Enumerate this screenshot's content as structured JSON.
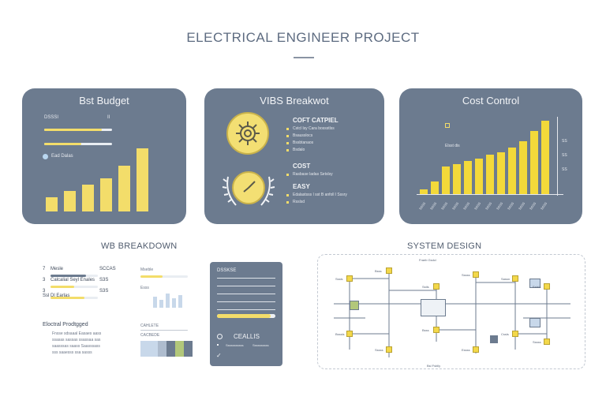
{
  "page": {
    "title": "ELECTRICAL ENGINEER PROJECT"
  },
  "colors": {
    "card": "#6c7b8f",
    "accent": "#f3dd6a",
    "accent_strong": "#f3d93a",
    "light_blue": "#b8d6ef"
  },
  "card1": {
    "title": "Bst Budget",
    "label": "DSSSI",
    "value": "II",
    "legend": "Ead Dalas",
    "bars": [
      0.85,
      0.55
    ],
    "columns": [
      18,
      26,
      34,
      42,
      58,
      80
    ]
  },
  "card2": {
    "title": "VIBS Breakwot",
    "icons": [
      "gear-icon",
      "wreath-clock-icon"
    ],
    "sections": [
      {
        "heading": "COFT CATPIEL",
        "items": [
          "Cstcl lsy Cara bossstlss",
          "Bsausslocs",
          "Bssbtanaos",
          "Bsdalo"
        ]
      },
      {
        "heading": "COST",
        "items": [
          "Rasbase ladas Setslsy"
        ]
      },
      {
        "heading": "EASY",
        "items": [
          "Edalastsss l sst B anfoll l Sssry",
          "Rsslsd"
        ]
      }
    ]
  },
  "card3": {
    "title": "Cost Control",
    "legend": "Elsst dis",
    "ylabels": [
      "SS",
      "SS",
      "SS"
    ],
    "values": [
      4,
      10,
      22,
      24,
      26,
      28,
      31,
      33,
      37,
      42,
      50,
      58
    ],
    "xlabels": [
      "SSSS",
      "SSSS",
      "SSSS",
      "SSSS",
      "SSSS",
      "SSSS",
      "SSSS",
      "SSSS",
      "SSSS",
      "SSSS",
      "SSSS",
      "SSSS"
    ]
  },
  "wbs": {
    "title": "WB BREAKDOWN",
    "rows": [
      {
        "num": "7",
        "label": "Mesle",
        "value": "SCCAS",
        "fill": 0.75
      },
      {
        "num": "3",
        "label": "Calcalial Seyl Enales",
        "value": "S3S",
        "fill": 0.5
      },
      {
        "num": "3",
        "label": "",
        "value": "S3S",
        "fill": 0.72
      }
    ],
    "row3_label": "Ssl Dl Earlas",
    "mini_labels": [
      "Mseble",
      "Esss"
    ],
    "mini_cols": [
      14,
      10,
      18,
      12,
      16
    ],
    "footer_title": "Eloctral Prodtgged",
    "footer_text": [
      "Fnsse sdsaaal Easaes aass",
      "ssasas sassas ssassaa sas",
      "saasssas saass Saasssass",
      "sss saaesss ssa sasss"
    ],
    "swatch_titles": [
      "CAHLETE",
      "CACBEDE"
    ],
    "swatches": [
      "#c8d8ea",
      "#c8d8ea",
      "#aebcce",
      "#6c7b8f",
      "#b2c77a",
      "#6c7b8f"
    ]
  },
  "phone": {
    "label": "DSSKSE",
    "caption": "CEALLIS",
    "meta": [
      "Sssssssssss",
      "Ssssssssss"
    ],
    "progress": 0.92
  },
  "system": {
    "title": "SYSTEM DESIGN",
    "top_label": "Fraeb Gsdcl",
    "bottom_label": "Bsl Fsblly",
    "node_labels": [
      "Sssls",
      "Bsss",
      "Sstls",
      "Sssss",
      "Sassn",
      "Eslsls",
      "Bsssls",
      "Sssss",
      "Bsss",
      "Essss",
      "Cssls",
      "Sssss"
    ]
  }
}
